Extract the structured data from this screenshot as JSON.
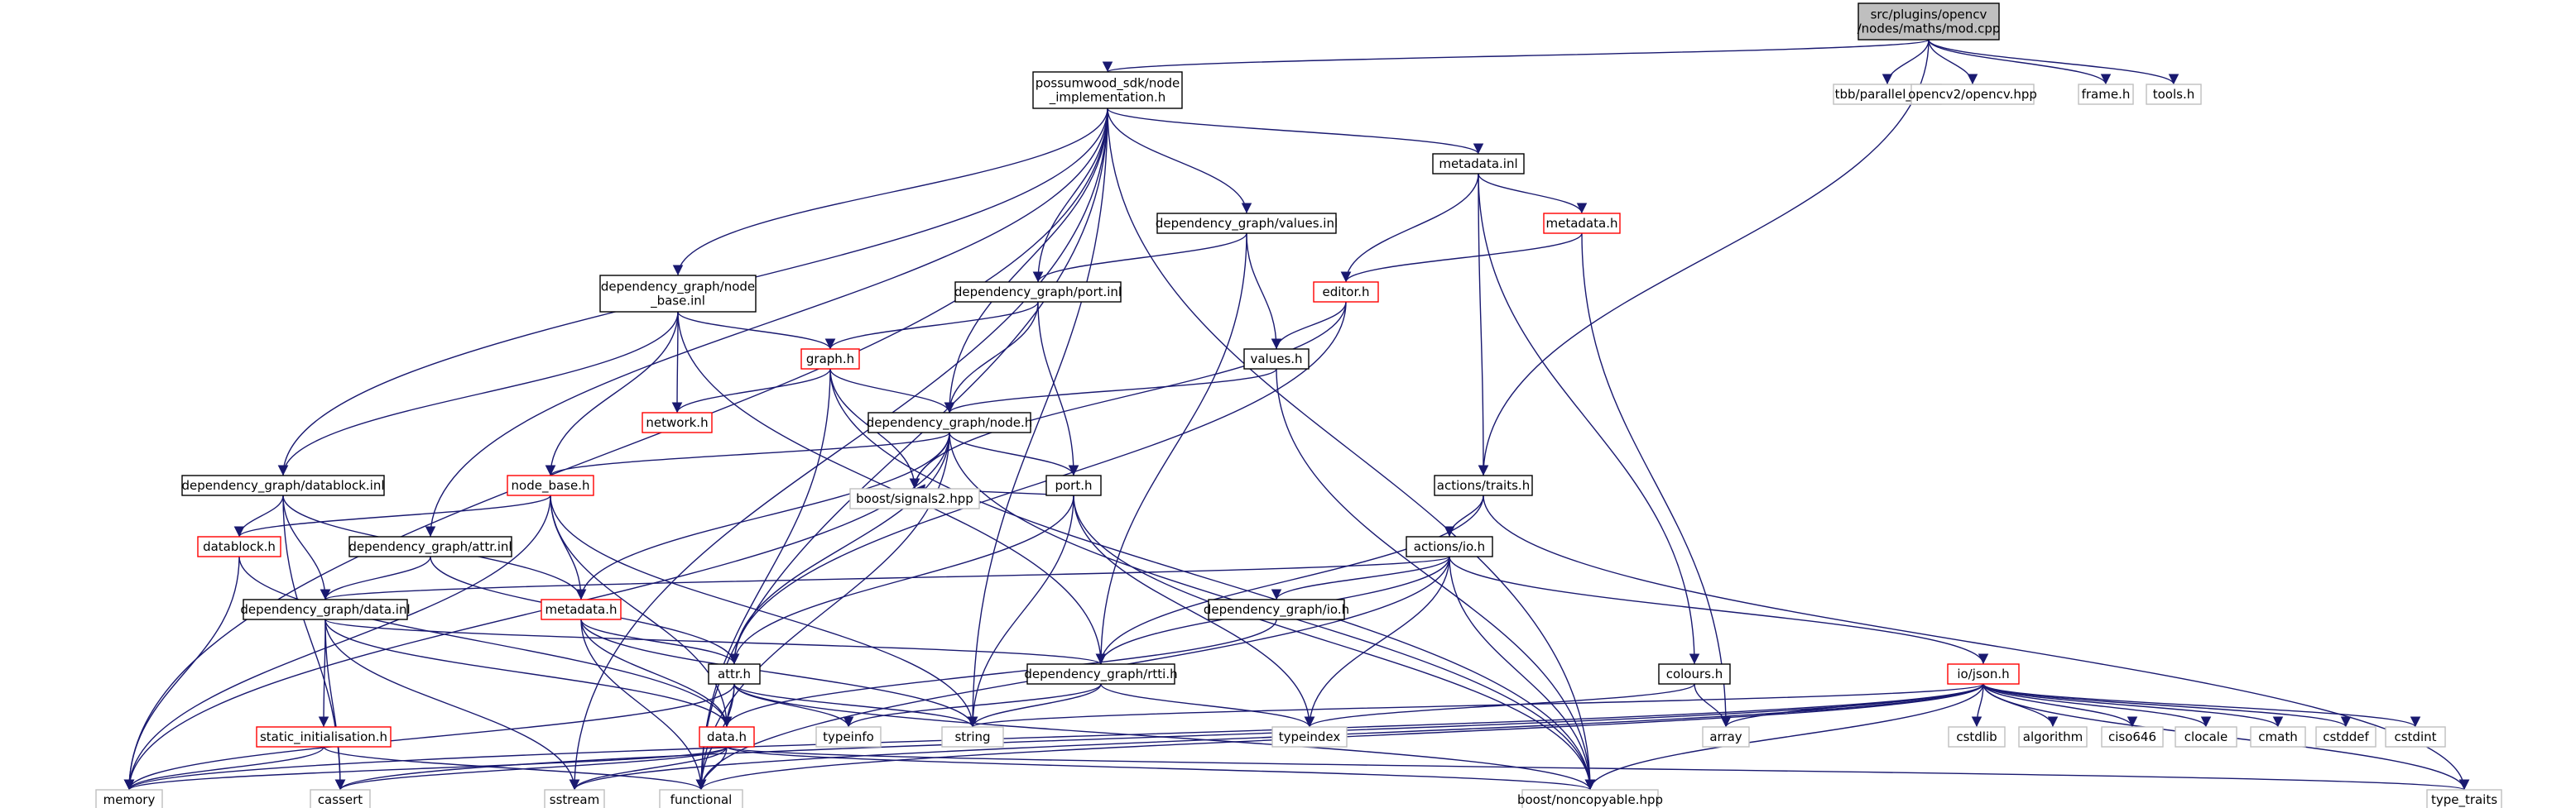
{
  "colors": {
    "edge": "#191970",
    "border_normal": "#000000",
    "border_truncated": "#ff0000",
    "border_external": "#bfbfbf",
    "root_fill": "#bfbfbf",
    "fill": "#ffffff"
  },
  "nodes": [
    {
      "id": "root",
      "label": [
        "src/plugins/opencv",
        "/nodes/maths/mod.cpp"
      ],
      "kind": "root"
    },
    {
      "id": "possumwood",
      "label": [
        "possumwood_sdk/node",
        "_implementation.h"
      ],
      "kind": "normal"
    },
    {
      "id": "tbb",
      "label": [
        "tbb/parallel_for.h"
      ],
      "kind": "external"
    },
    {
      "id": "opencv",
      "label": [
        "opencv2/opencv.hpp"
      ],
      "kind": "external"
    },
    {
      "id": "frame",
      "label": [
        "frame.h"
      ],
      "kind": "external"
    },
    {
      "id": "tools",
      "label": [
        "tools.h"
      ],
      "kind": "external"
    },
    {
      "id": "metadata_inl",
      "label": [
        "metadata.inl"
      ],
      "kind": "normal"
    },
    {
      "id": "values_inl",
      "label": [
        "dependency_graph/values.inl"
      ],
      "kind": "normal"
    },
    {
      "id": "metadata_h_top",
      "label": [
        "metadata.h"
      ],
      "kind": "truncated"
    },
    {
      "id": "node_base_inl",
      "label": [
        "dependency_graph/node",
        "_base.inl"
      ],
      "kind": "normal"
    },
    {
      "id": "port_inl",
      "label": [
        "dependency_graph/port.inl"
      ],
      "kind": "normal"
    },
    {
      "id": "editor",
      "label": [
        "editor.h"
      ],
      "kind": "truncated"
    },
    {
      "id": "graph",
      "label": [
        "graph.h"
      ],
      "kind": "truncated"
    },
    {
      "id": "values_h",
      "label": [
        "values.h"
      ],
      "kind": "normal"
    },
    {
      "id": "network",
      "label": [
        "network.h"
      ],
      "kind": "truncated"
    },
    {
      "id": "node_h",
      "label": [
        "dependency_graph/node.h"
      ],
      "kind": "normal"
    },
    {
      "id": "datablock_inl",
      "label": [
        "dependency_graph/datablock.inl"
      ],
      "kind": "normal"
    },
    {
      "id": "node_base_h",
      "label": [
        "node_base.h"
      ],
      "kind": "truncated"
    },
    {
      "id": "port_h",
      "label": [
        "port.h"
      ],
      "kind": "normal"
    },
    {
      "id": "actions_traits",
      "label": [
        "actions/traits.h"
      ],
      "kind": "normal"
    },
    {
      "id": "datablock_h",
      "label": [
        "datablock.h"
      ],
      "kind": "truncated"
    },
    {
      "id": "attr_inl",
      "label": [
        "dependency_graph/attr.inl"
      ],
      "kind": "normal"
    },
    {
      "id": "signals2",
      "label": [
        "boost/signals2.hpp"
      ],
      "kind": "external"
    },
    {
      "id": "actions_io",
      "label": [
        "actions/io.h"
      ],
      "kind": "normal"
    },
    {
      "id": "data_inl",
      "label": [
        "dependency_graph/data.inl"
      ],
      "kind": "normal"
    },
    {
      "id": "metadata_h",
      "label": [
        "metadata.h"
      ],
      "kind": "truncated"
    },
    {
      "id": "io_h",
      "label": [
        "dependency_graph/io.h"
      ],
      "kind": "normal"
    },
    {
      "id": "attr_h",
      "label": [
        "attr.h"
      ],
      "kind": "normal"
    },
    {
      "id": "rtti",
      "label": [
        "dependency_graph/rtti.h"
      ],
      "kind": "normal"
    },
    {
      "id": "colours",
      "label": [
        "colours.h"
      ],
      "kind": "normal"
    },
    {
      "id": "io_json",
      "label": [
        "io/json.h"
      ],
      "kind": "truncated"
    },
    {
      "id": "static_init",
      "label": [
        "static_initialisation.h"
      ],
      "kind": "truncated"
    },
    {
      "id": "data_h",
      "label": [
        "data.h"
      ],
      "kind": "truncated"
    },
    {
      "id": "typeinfo",
      "label": [
        "typeinfo"
      ],
      "kind": "external"
    },
    {
      "id": "string",
      "label": [
        "string"
      ],
      "kind": "external"
    },
    {
      "id": "typeindex",
      "label": [
        "typeindex"
      ],
      "kind": "external"
    },
    {
      "id": "array",
      "label": [
        "array"
      ],
      "kind": "external"
    },
    {
      "id": "cstdlib",
      "label": [
        "cstdlib"
      ],
      "kind": "external"
    },
    {
      "id": "algorithm",
      "label": [
        "algorithm"
      ],
      "kind": "external"
    },
    {
      "id": "ciso646",
      "label": [
        "ciso646"
      ],
      "kind": "external"
    },
    {
      "id": "clocale",
      "label": [
        "clocale"
      ],
      "kind": "external"
    },
    {
      "id": "cmath",
      "label": [
        "cmath"
      ],
      "kind": "external"
    },
    {
      "id": "cstddef",
      "label": [
        "cstddef"
      ],
      "kind": "external"
    },
    {
      "id": "cstdint",
      "label": [
        "cstdint"
      ],
      "kind": "external"
    },
    {
      "id": "memory",
      "label": [
        "memory"
      ],
      "kind": "external"
    },
    {
      "id": "cassert",
      "label": [
        "cassert"
      ],
      "kind": "external"
    },
    {
      "id": "sstream",
      "label": [
        "sstream"
      ],
      "kind": "external"
    },
    {
      "id": "functional",
      "label": [
        "functional"
      ],
      "kind": "external"
    },
    {
      "id": "noncopyable",
      "label": [
        "boost/noncopyable.hpp"
      ],
      "kind": "external"
    },
    {
      "id": "type_traits",
      "label": [
        "type_traits"
      ],
      "kind": "external"
    }
  ],
  "edges": [
    [
      "root",
      "possumwood"
    ],
    [
      "root",
      "tbb"
    ],
    [
      "root",
      "opencv"
    ],
    [
      "root",
      "frame"
    ],
    [
      "root",
      "tools"
    ],
    [
      "root",
      "actions_traits"
    ],
    [
      "possumwood",
      "metadata_inl"
    ],
    [
      "possumwood",
      "values_inl"
    ],
    [
      "possumwood",
      "node_base_inl"
    ],
    [
      "possumwood",
      "port_inl"
    ],
    [
      "possumwood",
      "node_h"
    ],
    [
      "possumwood",
      "datablock_inl"
    ],
    [
      "possumwood",
      "attr_inl"
    ],
    [
      "possumwood",
      "memory"
    ],
    [
      "possumwood",
      "string"
    ],
    [
      "possumwood",
      "functional"
    ],
    [
      "possumwood",
      "noncopyable"
    ],
    [
      "possumwood",
      "sstream"
    ],
    [
      "metadata_inl",
      "metadata_h_top"
    ],
    [
      "metadata_inl",
      "editor"
    ],
    [
      "metadata_inl",
      "actions_traits"
    ],
    [
      "metadata_inl",
      "colours"
    ],
    [
      "metadata_h_top",
      "editor"
    ],
    [
      "metadata_h_top",
      "array"
    ],
    [
      "values_inl",
      "port_inl"
    ],
    [
      "values_inl",
      "values_h"
    ],
    [
      "values_inl",
      "rtti"
    ],
    [
      "node_base_inl",
      "graph"
    ],
    [
      "node_base_inl",
      "network"
    ],
    [
      "node_base_inl",
      "node_base_h"
    ],
    [
      "node_base_inl",
      "datablock_inl"
    ],
    [
      "node_base_inl",
      "rtti"
    ],
    [
      "port_inl",
      "graph"
    ],
    [
      "port_inl",
      "node_h"
    ],
    [
      "port_inl",
      "port_h"
    ],
    [
      "editor",
      "values_h"
    ],
    [
      "editor",
      "signals2"
    ],
    [
      "editor",
      "attr_h"
    ],
    [
      "graph",
      "network"
    ],
    [
      "graph",
      "node_h"
    ],
    [
      "graph",
      "signals2"
    ],
    [
      "graph",
      "functional"
    ],
    [
      "graph",
      "noncopyable"
    ],
    [
      "values_h",
      "node_h"
    ],
    [
      "values_h",
      "noncopyable"
    ],
    [
      "node_h",
      "node_base_h"
    ],
    [
      "node_h",
      "port_h"
    ],
    [
      "node_h",
      "signals2"
    ],
    [
      "node_h",
      "metadata_h"
    ],
    [
      "node_h",
      "attr_h"
    ],
    [
      "node_h",
      "memory"
    ],
    [
      "node_h",
      "functional"
    ],
    [
      "node_h",
      "noncopyable"
    ],
    [
      "datablock_inl",
      "datablock_h"
    ],
    [
      "datablock_inl",
      "data_inl"
    ],
    [
      "datablock_inl",
      "metadata_h"
    ],
    [
      "datablock_inl",
      "cassert"
    ],
    [
      "node_base_h",
      "datablock_h"
    ],
    [
      "node_base_h",
      "metadata_h"
    ],
    [
      "node_base_h",
      "data_h"
    ],
    [
      "node_base_h",
      "string"
    ],
    [
      "node_base_h",
      "memory"
    ],
    [
      "port_h",
      "signals2"
    ],
    [
      "port_h",
      "attr_h"
    ],
    [
      "port_h",
      "string"
    ],
    [
      "port_h",
      "typeindex"
    ],
    [
      "port_h",
      "noncopyable"
    ],
    [
      "actions_traits",
      "rtti"
    ],
    [
      "actions_traits",
      "type_traits"
    ],
    [
      "actions_traits",
      "actions_io"
    ],
    [
      "datablock_h",
      "data_h"
    ],
    [
      "datablock_h",
      "memory"
    ],
    [
      "attr_inl",
      "attr_h"
    ],
    [
      "attr_inl",
      "data_inl"
    ],
    [
      "actions_io",
      "data_inl"
    ],
    [
      "actions_io",
      "io_h"
    ],
    [
      "actions_io",
      "rtti"
    ],
    [
      "actions_io",
      "io_json"
    ],
    [
      "actions_io",
      "typeindex"
    ],
    [
      "actions_io",
      "noncopyable"
    ],
    [
      "actions_io",
      "functional"
    ],
    [
      "data_inl",
      "rtti"
    ],
    [
      "data_inl",
      "static_init"
    ],
    [
      "data_inl",
      "data_h"
    ],
    [
      "data_inl",
      "cassert"
    ],
    [
      "data_inl",
      "sstream"
    ],
    [
      "metadata_h",
      "attr_h"
    ],
    [
      "metadata_h",
      "data_h"
    ],
    [
      "metadata_h",
      "functional"
    ],
    [
      "metadata_h",
      "string"
    ],
    [
      "io_h",
      "data_h"
    ],
    [
      "attr_h",
      "data_h"
    ],
    [
      "attr_h",
      "typeinfo"
    ],
    [
      "attr_h",
      "string"
    ],
    [
      "attr_h",
      "functional"
    ],
    [
      "attr_h",
      "memory"
    ],
    [
      "attr_h",
      "noncopyable"
    ],
    [
      "rtti",
      "typeinfo"
    ],
    [
      "rtti",
      "string"
    ],
    [
      "rtti",
      "typeindex"
    ],
    [
      "colours",
      "array"
    ],
    [
      "colours",
      "typeindex"
    ],
    [
      "io_json",
      "string"
    ],
    [
      "io_json",
      "array"
    ],
    [
      "io_json",
      "cstdlib"
    ],
    [
      "io_json",
      "algorithm"
    ],
    [
      "io_json",
      "ciso646"
    ],
    [
      "io_json",
      "clocale"
    ],
    [
      "io_json",
      "cmath"
    ],
    [
      "io_json",
      "cstddef"
    ],
    [
      "io_json",
      "cstdint"
    ],
    [
      "io_json",
      "memory"
    ],
    [
      "io_json",
      "functional"
    ],
    [
      "io_json",
      "type_traits"
    ],
    [
      "io_json",
      "cassert"
    ],
    [
      "io_json",
      "sstream"
    ],
    [
      "io_json",
      "noncopyable"
    ],
    [
      "static_init",
      "memory"
    ],
    [
      "static_init",
      "functional"
    ],
    [
      "data_h",
      "memory"
    ],
    [
      "data_h",
      "cassert"
    ],
    [
      "data_h",
      "sstream"
    ],
    [
      "data_h",
      "functional"
    ],
    [
      "data_h",
      "noncopyable"
    ],
    [
      "data_h",
      "type_traits"
    ]
  ]
}
